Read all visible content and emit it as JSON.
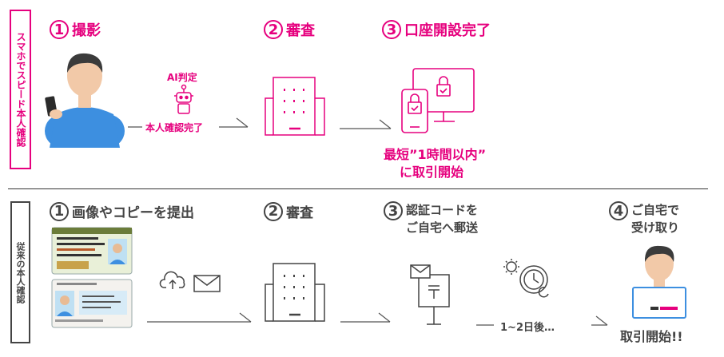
{
  "top": {
    "side_label": "スマホでスピード本人確認",
    "steps": [
      {
        "num": "1",
        "label": "撮影"
      },
      {
        "num": "2",
        "label": "審査"
      },
      {
        "num": "3",
        "label": "口座開設完了"
      }
    ],
    "ai_label": "AI判定",
    "connector_label": "本人確認完了",
    "result_line1": "最短”1時間以内”",
    "result_line2": "に取引開始",
    "accent_color": "#e6007e"
  },
  "bottom": {
    "side_label": "従来の本人確認",
    "steps": [
      {
        "num": "1",
        "label": "画像やコピーを提出"
      },
      {
        "num": "2",
        "label": "審査"
      },
      {
        "num": "3",
        "label_line1": "認証コードを",
        "label_line2": "ご自宅へ郵送"
      },
      {
        "num": "4",
        "label_line1": "ご自宅で",
        "label_line2": "受け取り"
      }
    ],
    "wait_label": "1~2日後…",
    "final_label": "取引開始!!",
    "accent_color": "#444444"
  }
}
